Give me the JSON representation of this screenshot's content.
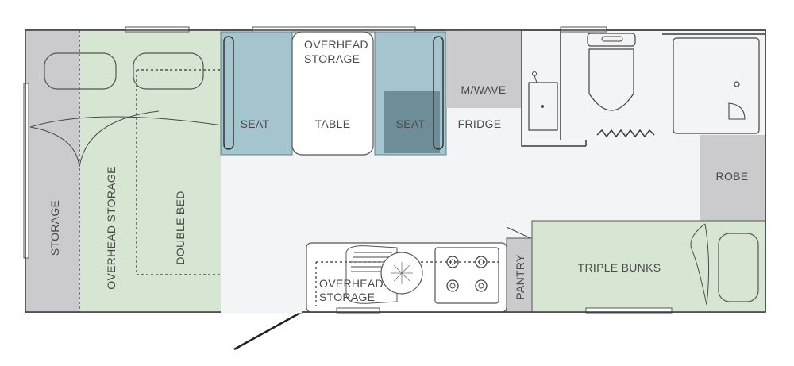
{
  "labels": {
    "storage": "STORAGE",
    "overhead_storage_left": "OVERHEAD STORAGE",
    "double_bed": "DOUBLE BED",
    "seat_left": "SEAT",
    "table": "TABLE",
    "seat_right": "SEAT",
    "overhead_storage_top_1": "OVERHEAD",
    "overhead_storage_top_2": "STORAGE",
    "microwave": "M/WAVE",
    "fridge": "FRIDGE",
    "robe": "ROBE",
    "triple_bunks": "TRIPLE BUNKS",
    "pantry": "PANTRY",
    "overhead_storage_kitchen_1": "OVERHEAD",
    "overhead_storage_kitchen_2": "STORAGE"
  },
  "colors": {
    "bed_green": "#d6e6d3",
    "seat_blue": "#a4c4ce",
    "seat_dark": "#6d8e99",
    "storage_gray": "#cbcbce",
    "floor": "#f3f4f6",
    "wall": "#3a3a3a"
  }
}
